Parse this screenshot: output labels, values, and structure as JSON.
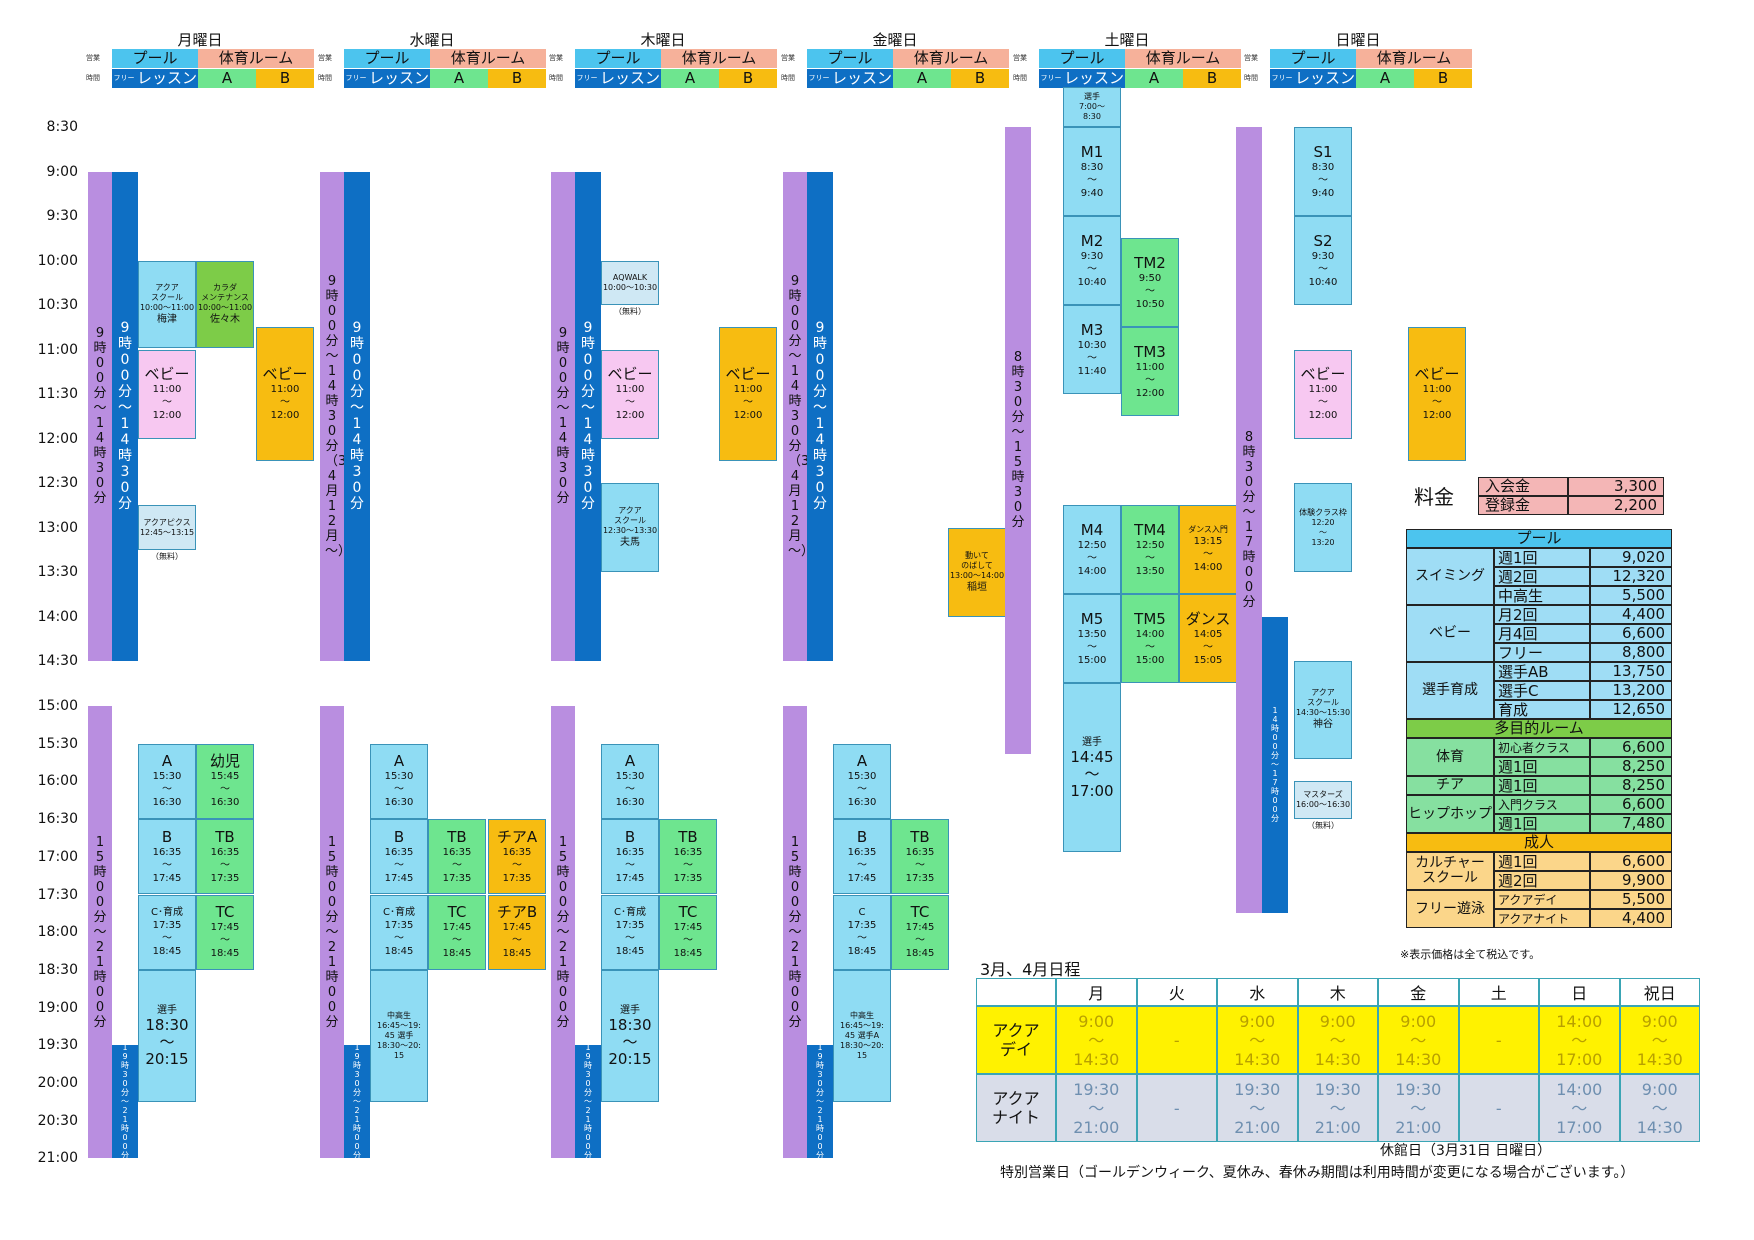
{
  "days": [
    {
      "name": "月曜日"
    },
    {
      "name": "水曜日"
    },
    {
      "name": "木曜日"
    },
    {
      "name": "金曜日"
    },
    {
      "name": "土曜日"
    },
    {
      "name": "日曜日"
    }
  ],
  "header": {
    "eigyo": "営業",
    "jikan": "時間",
    "pool": "プール",
    "room": "体育ルーム",
    "free": "フリー",
    "lesson": "レッスン",
    "a": "A",
    "b": "B"
  },
  "times": [
    "8:30",
    "9:00",
    "9:30",
    "10:00",
    "10:30",
    "11:00",
    "11:30",
    "12:00",
    "12:30",
    "13:00",
    "13:30",
    "14:00",
    "14:30",
    "15:00",
    "15:30",
    "16:00",
    "16:30",
    "17:00",
    "17:30",
    "18:00",
    "18:30",
    "19:00",
    "19:30",
    "20:00",
    "20:30",
    "21:00"
  ],
  "bars": {
    "am_free": "9時00分～14時30分",
    "am_lesson": "9時00分～14時30分",
    "wed_free": "9時00分～14時30分（3・4月12月～）",
    "pm_free": "15時00分～21時00分",
    "night": "19時30分～21時00分",
    "sat_free": "8時30分～15時30分",
    "sun_free": "8時30分～17時00分",
    "sun_lesson": "14時00分～17時00分"
  },
  "blocks": {
    "aqua_school": "アクア\nスクール",
    "aqua_school_time": "10:00～11:00",
    "aqua_school_teacher": "梅津",
    "karada_title": "カラダ\nメンテナンス",
    "karada_time": "10:00～11:00",
    "karada_teacher": "佐々木",
    "baby": "ベビー",
    "baby_time": "11:00\n～\n12:00",
    "aquapics_title": "アクアピクス",
    "aquapics_time": "12:45～13:15",
    "free_note": "（無料）",
    "aqwalk_title": "AQWALK",
    "aqwalk_time": "10:00～10:30",
    "thu_school_time": "12:30～13:30",
    "thu_school_teacher": "夫馬",
    "fri_stretch_title": "動いて\nのばして",
    "fri_stretch_time": "13:00～14:00",
    "fri_stretch_teacher": "稲垣",
    "a_title": "A",
    "a_time": "15:30\n～\n16:30",
    "b_title": "B",
    "b_time": "16:35\n～\n17:45",
    "c_title": "C･育成",
    "c_time": "17:35\n～\n18:45",
    "c_plain": "C",
    "senshu": "選手",
    "senshu_time": "18:30\n～\n20:15",
    "youji": "幼児",
    "youji_time": "15:45\n～\n16:30",
    "tb_title": "TB",
    "tb_time": "16:35\n～\n17:35",
    "tc_title": "TC",
    "tc_time": "17:45\n～\n18:45",
    "chiaa_title": "チアA",
    "chiaa_time": "16:35\n～\n17:35",
    "chiab_title": "チアB",
    "chiab_time": "17:45\n～\n18:45",
    "chukosei": "中高生\n16:45～19:\n45 選手\n18:30～20:\n15",
    "chukosei_fri": "中高生\n16:45～19:\n45 選手A\n18:30～20:\n15",
    "sat_senshu_top": "選手\n7:00～\n8:30",
    "m1": "M1",
    "m1_time": "8:30\n～\n9:40",
    "m2": "M2",
    "m2_time": "9:30\n～\n10:40",
    "m3": "M3",
    "m3_time": "10:30\n～\n11:40",
    "tm2": "TM2",
    "tm2_time": "9:50\n～\n10:50",
    "tm3": "TM3",
    "tm3_time": "11:00\n～\n12:00",
    "m4": "M4",
    "m4_time": "12:50\n～\n14:00",
    "tm4": "TM4",
    "tm4_time": "12:50\n～\n13:50",
    "dance_intro": "ダンス入門",
    "dance_intro_time": "13:15\n～\n14:00",
    "m5": "M5",
    "m5_time": "13:50\n～\n15:00",
    "tm5": "TM5",
    "tm5_time": "14:00\n～\n15:00",
    "dance": "ダンス",
    "dance_time": "14:05\n～\n15:05",
    "sat_senshu_bottom": "選手",
    "sat_senshu_bottom_time": "14:45\n～\n17:00",
    "s1": "S1",
    "s1_time": "8:30\n～\n9:40",
    "s2": "S2",
    "s2_time": "9:30\n～\n10:40",
    "taiken": "体験クラス枠\n12:20\n～\n13:20",
    "sun_school_time": "14:30～15:30",
    "sun_school_teacher": "神谷",
    "masters": "マスターズ\n16:00～16:30"
  },
  "fees": {
    "title": "料金",
    "top": [
      {
        "label": "入会金",
        "price": "3,300"
      },
      {
        "label": "登録金",
        "price": "2,200"
      }
    ],
    "pool_header": "プール",
    "room_header": "多目的ルーム",
    "adult_header": "成人",
    "groups": [
      {
        "name": "スイミング",
        "rows": [
          {
            "label": "週1回",
            "price": "9,020"
          },
          {
            "label": "週2回",
            "price": "12,320"
          },
          {
            "label": "中高生",
            "price": "5,500"
          }
        ]
      },
      {
        "name": "ベビー",
        "rows": [
          {
            "label": "月2回",
            "price": "4,400"
          },
          {
            "label": "月4回",
            "price": "6,600"
          },
          {
            "label": "フリー",
            "price": "8,800"
          }
        ]
      },
      {
        "name": "選手育成",
        "rows": [
          {
            "label": "選手AB",
            "price": "13,750"
          },
          {
            "label": "選手C",
            "price": "13,200"
          },
          {
            "label": "育成",
            "price": "12,650"
          }
        ]
      },
      {
        "name": "体育",
        "rows": [
          {
            "label": "初心者クラス",
            "price": "6,600"
          },
          {
            "label": "週1回",
            "price": "8,250"
          }
        ]
      },
      {
        "name": "チア",
        "rows": [
          {
            "label": "週1回",
            "price": "8,250"
          }
        ]
      },
      {
        "name": "ヒップホップ",
        "rows": [
          {
            "label": "入門クラス",
            "price": "6,600"
          },
          {
            "label": "週1回",
            "price": "7,480"
          }
        ]
      },
      {
        "name": "カルチャー\nスクール",
        "rows": [
          {
            "label": "週1回",
            "price": "6,600"
          },
          {
            "label": "週2回",
            "price": "9,900"
          }
        ]
      },
      {
        "name": "フリー遊泳",
        "rows": [
          {
            "label": "アクアデイ",
            "price": "5,500"
          },
          {
            "label": "アクアナイト",
            "price": "4,400"
          }
        ]
      }
    ],
    "note": "※表示価格は全て税込です。"
  },
  "schedule": {
    "title": "3月、4月日程",
    "cols": [
      "月",
      "火",
      "水",
      "木",
      "金",
      "土",
      "日",
      "祝日"
    ],
    "rows": [
      {
        "name": "アクア\nデイ",
        "cells": [
          "9:00\n～\n14:30",
          "-",
          "9:00\n～\n14:30",
          "9:00\n～\n14:30",
          "9:00\n～\n14:30",
          "-",
          "14:00\n～\n17:00",
          "9:00\n～\n14:30"
        ]
      },
      {
        "name": "アクア\nナイト",
        "cells": [
          "19:30\n～\n21:00",
          "-",
          "19:30\n～\n21:00",
          "19:30\n～\n21:00",
          "19:30\n～\n21:00",
          "-",
          "14:00\n～\n17:00",
          "9:00\n～\n14:30"
        ]
      }
    ],
    "closed": "休館日（3月31日 日曜日）",
    "special": "特別営業日（ゴールデンウィーク、夏休み、春休み期間は利用時間が変更になる場合がございます。）"
  },
  "colors": {
    "free_purple": "#b98ee0",
    "lesson_blue": "#0e6fc4",
    "pool_light": "#8fdcf3",
    "green": "#6ee58f",
    "gold": "#f7bc11",
    "pink": "#f7c8f1",
    "lime": "#7dcc48",
    "peach": "#f6b19a",
    "yellow": "#fbe45a",
    "schedule_yellow": "#fff200",
    "schedule_grey": "#d9dde9",
    "fee_pink": "#f4b6b6",
    "fee_blue": "#9fddf5",
    "fee_green": "#86e0a0",
    "fee_gold": "#fbd68a",
    "header_blue": "#4cc4ee"
  }
}
